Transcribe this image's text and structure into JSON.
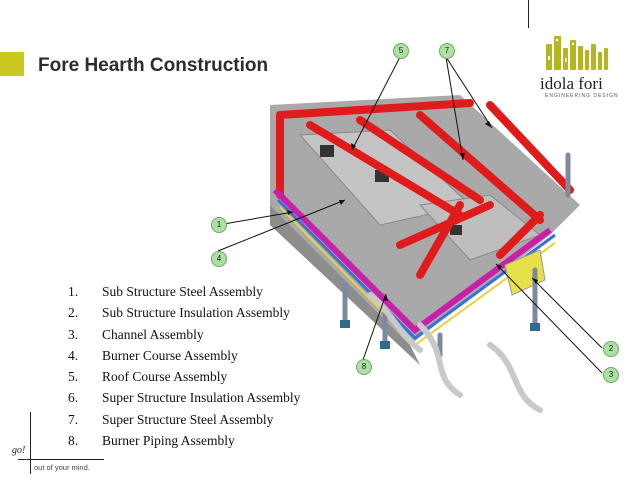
{
  "header": {
    "title": "Fore Hearth Construction",
    "accent_color": "#c9c91f"
  },
  "logo": {
    "name": "idola fori",
    "subtitle": "ENGINEERING DESIGN"
  },
  "assemblies": [
    {
      "num": "1.",
      "label": "Sub Structure Steel Assembly"
    },
    {
      "num": "2.",
      "label": "Sub Structure Insulation Assembly"
    },
    {
      "num": "3.",
      "label": "Channel Assembly"
    },
    {
      "num": "4.",
      "label": "Burner Course Assembly"
    },
    {
      "num": "5.",
      "label": "Roof Course Assembly"
    },
    {
      "num": "6.",
      "label": "Super Structure Insulation Assembly"
    },
    {
      "num": "7.",
      "label": "Super Structure Steel Assembly"
    },
    {
      "num": "8.",
      "label": "Burner Piping Assembly"
    }
  ],
  "callouts": {
    "c1": "1",
    "c2": "2",
    "c3": "3",
    "c4": "4",
    "c5": "5",
    "c7": "7",
    "c8": "8"
  },
  "footer": {
    "go": "go!",
    "tagline": "out of your mind."
  },
  "render": {
    "image": "3D CAD render of fore hearth steel structure",
    "colors": {
      "steel": "#e01b1b",
      "refractory": "#b9b9b9",
      "magenta": "#c81ea8"
    }
  }
}
